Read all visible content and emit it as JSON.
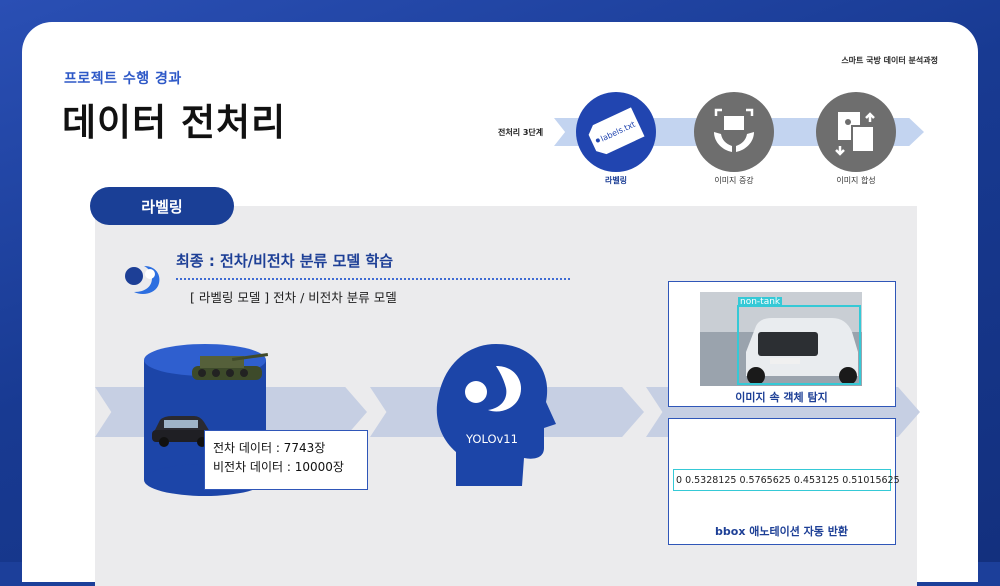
{
  "header": {
    "course_name": "스마트 국방 데이터 분석과정",
    "subtitle": "프로젝트 수행 경과",
    "title": "데이터 전처리"
  },
  "steps": {
    "label": "전처리 3단계",
    "items": [
      {
        "name": "라벨링",
        "icon": "label-tag-icon",
        "tag_text": "labels.txt",
        "active": true
      },
      {
        "name": "이미지 증강",
        "icon": "image-augment-icon",
        "active": false
      },
      {
        "name": "이미지 합성",
        "icon": "image-compose-icon",
        "active": false
      }
    ]
  },
  "section_tab": "라벨링",
  "content": {
    "heading": "최종 : 전차/비전차 분류 모델 학습",
    "model_desc": "[ 라벨링 모델 ] 전차 / 비전차 분류 모델",
    "data_counts": {
      "tank": "전차 데이터 : 7743장",
      "non_tank": "비전차 데이터 : 10000장"
    },
    "model_name": "YOLOv11",
    "detection_label": "non-tank",
    "detection_caption": "이미지 속 객체 탐지",
    "bbox_line": "0 0.5328125 0.5765625 0.453125 0.51015625",
    "bbox_caption": "bbox 애노테이션 자동 반환"
  },
  "colors": {
    "navy": "#1a3f96",
    "accent_blue": "#2d58c7",
    "step_gray": "#6e6e6e",
    "panel_gray": "#ebebed",
    "detection_cyan": "#35c9d6"
  }
}
